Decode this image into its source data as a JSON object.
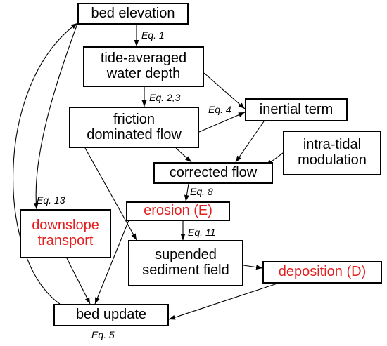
{
  "nodes": {
    "bed_elevation": "bed elevation",
    "water_depth": "tide-averaged\nwater depth",
    "friction_flow": "friction\ndominated flow",
    "inertial_term": "inertial term",
    "intra_tidal": "intra-tidal\nmodulation",
    "corrected_flow": "corrected flow",
    "erosion": "erosion (E)",
    "downslope": "downslope\ntransport",
    "sediment_field": "supended\nsediment field",
    "deposition": "deposition (D)",
    "bed_update": "bed update"
  },
  "equations": {
    "eq1": "Eq. 1",
    "eq2_3": "Eq. 2,3",
    "eq4": "Eq. 4",
    "eq8": "Eq. 8",
    "eq11": "Eq. 11",
    "eq13": "Eq. 13",
    "eq5": "Eq. 5"
  },
  "colors": {
    "highlight": "#e32020",
    "border": "#000000",
    "background": "#ffffff"
  }
}
